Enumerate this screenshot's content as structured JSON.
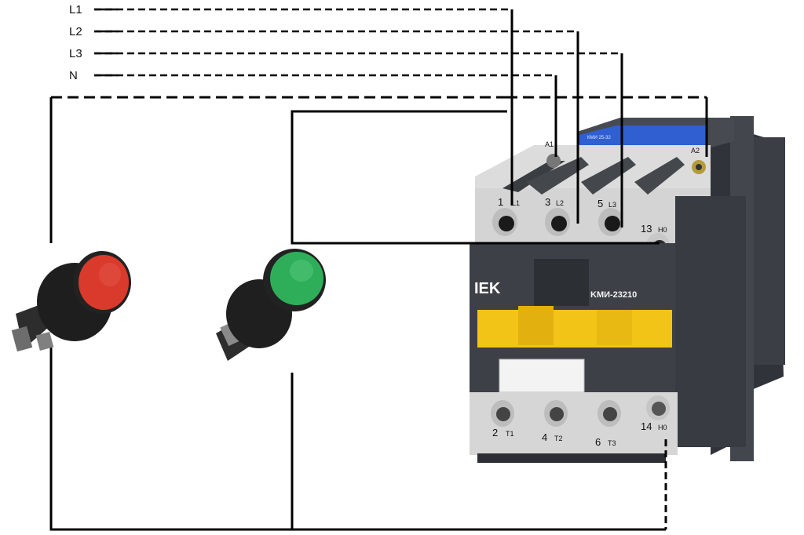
{
  "lines": {
    "l1": "L1",
    "l2": "L2",
    "l3": "L3",
    "n": "N"
  },
  "contactor": {
    "brand": "IEK",
    "model": "KMИ-23210",
    "label_plate": "КМИ 25-32",
    "top_terminals": [
      {
        "num": "1",
        "sub": "L1"
      },
      {
        "num": "3",
        "sub": "L2"
      },
      {
        "num": "5",
        "sub": "L3"
      },
      {
        "num": "13",
        "sub": "H0"
      }
    ],
    "bottom_terminals": [
      {
        "num": "2",
        "sub": "T1"
      },
      {
        "num": "4",
        "sub": "T2"
      },
      {
        "num": "6",
        "sub": "T3"
      },
      {
        "num": "14",
        "sub": "H0"
      }
    ],
    "coil_a1": "A1",
    "coil_a2": "A2"
  },
  "buttons": {
    "stop_color": "#d93a2b",
    "start_color": "#2fae5a"
  },
  "colors": {
    "wire": "#000000",
    "body_dark": "#3d4147",
    "body_light": "#dcdcdc",
    "accent_yellow": "#f2c417",
    "label_blue": "#2f5fd1"
  }
}
